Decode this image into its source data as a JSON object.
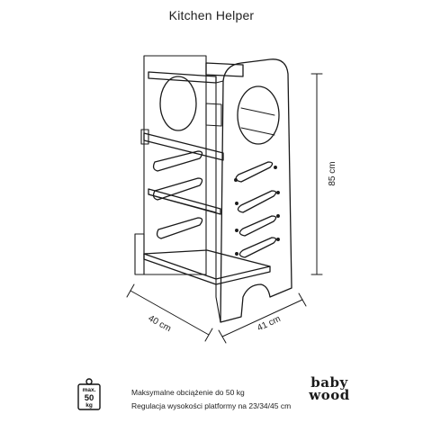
{
  "title": "Kitchen Helper",
  "dimensions": {
    "height": "85 cm",
    "depth": "40 cm",
    "width": "41 cm"
  },
  "weight_badge": {
    "line1": "max.",
    "line2": "50",
    "line3": "kg"
  },
  "specs": {
    "max_load": "Maksymalne obciążenie do 50 kg",
    "platform": "Regulacja wysokości platformy na 23/34/45 cm"
  },
  "logo": {
    "line1": "baby",
    "line2": "wood"
  }
}
